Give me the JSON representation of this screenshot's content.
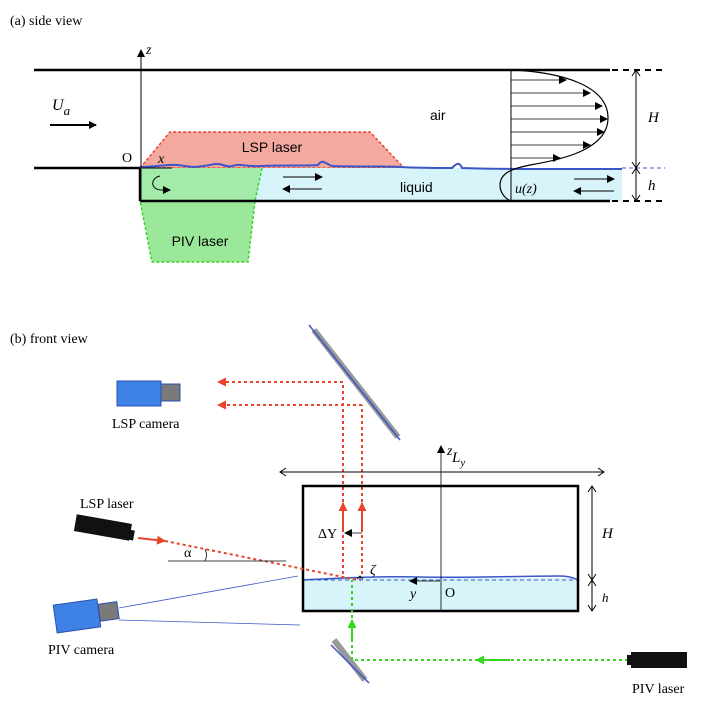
{
  "side_view": {
    "caption": "(a) side view",
    "axis_z": "z",
    "axis_x": "x",
    "origin": "O",
    "velocity_main": "U",
    "velocity_sub": "a",
    "air": "air",
    "liquid": "liquid",
    "lsp_laser": "LSP laser",
    "piv_laser": "PIV laser",
    "profile": "u(z)",
    "dim_H": "H",
    "dim_h": "h"
  },
  "front_view": {
    "caption": "(b) front view",
    "lsp_camera": "LSP camera",
    "lsp_laser": "LSP laser",
    "piv_camera": "PIV camera",
    "piv_laser": "PIV laser",
    "axis_z": "z",
    "axis_y": "y",
    "origin": "O",
    "width_main": "L",
    "width_sub": "y",
    "delta_y": "ΔY",
    "zeta": "ζ",
    "alpha": "α",
    "dim_H": "H",
    "dim_h": "h"
  },
  "colors": {
    "lsp_beam": "#e8442a",
    "piv_beam": "#39d424",
    "liquid_fill": "#d8f4fb",
    "lsp_fill": "#f4a9a0",
    "piv_fill": "#9be89a",
    "interface": "#3a56c8",
    "camera_blue": "#3f82e6"
  }
}
